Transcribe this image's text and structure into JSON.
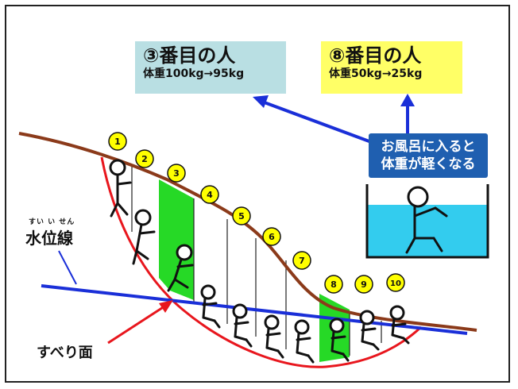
{
  "box3": {
    "title": "③番目の人",
    "sub": "体重100kg→95kg",
    "color": "#b9dfe3"
  },
  "box8": {
    "title": "⑧番目の人",
    "sub": "体重50kg→25kg",
    "color": "#ffff66"
  },
  "bath": {
    "line1": "お風呂に入ると",
    "line2": "体重が軽くなる"
  },
  "water_level": {
    "label": "水位線",
    "reading": "すい い せん"
  },
  "slip_surface": {
    "label": "すべり面"
  },
  "slice_numbers": [
    "1",
    "2",
    "3",
    "4",
    "5",
    "6",
    "7",
    "8",
    "9",
    "10"
  ],
  "colors": {
    "ground": "#8b3a1a",
    "slip": "#e8161d",
    "water": "#1a2fd8",
    "arrow": "#1a2fd8",
    "highlight": "#26d926",
    "number_fill": "#ffff00",
    "bath_water": "#33ccee"
  }
}
